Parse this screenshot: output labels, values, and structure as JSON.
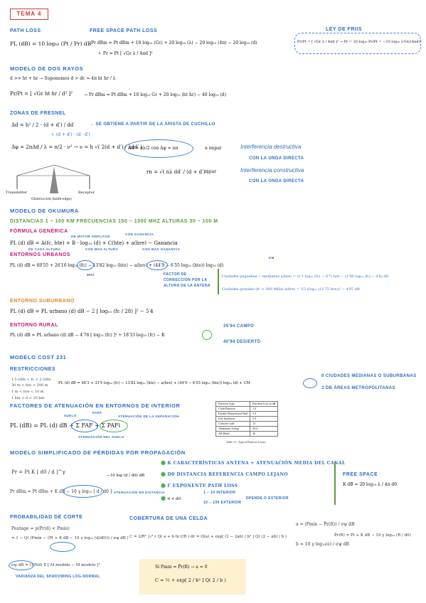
{
  "title": "Tema 4",
  "path_loss": {
    "label": "Path loss",
    "eq": "PL (dB) = 10 log₁₀ (Pt / Pr) dB",
    "free_space_label": "Free space path loss",
    "free_space_eq": "Pr dBm = Pt dBm + 10 log₁₀ (Gℓ) + 20 log₁₀ (λ) − 20 log₁₀ (4π) − 20 log₁₀ (d)",
    "free_space_ratio": "↳ Pr = Pt [ √Gℓ λ / 4πd ]²",
    "ley_label": "Ley de Friis",
    "ley_eq": "Pr/Pt = [ √Gℓ λ / 4πd ]²  →  Pr = 10 log₁₀ Pr/Pt = −10 log₁₀ λ²Gℓ/(4πd)²"
  },
  "two_ray": {
    "label": "Modelo de dos rayos",
    "cond": "d >> ht + hr  →  Suponemos  d > dc = 4π ht hr / λ",
    "eq1": "Pr/Pt = [ √Gℓ ht hr / d² ]²",
    "eq2": "→ Pr dBm = Pt dBm + 10 log₁₀ Gℓ + 20 log₁₀ (ht hr) − 40 log₁₀ (d)"
  },
  "fresnel": {
    "label": "Zonas de Fresnel",
    "delta_d": "Δd = h² / 2 · (d + d′) / dd′",
    "note": "→ se obtiene a partir de la arista de cuchillo",
    "note2": "↳ (d + d′) · (d · d′)",
    "delta_phi": "Δφ = 2πΔd / λ = π/2 · ν²  →  ν = h √( 2(d + d′) / λdd′ )",
    "circle_eq": "Δd = nλ/2  con  Δφ = nπ",
    "rn": "rn = √( nλ dd′ / (d + d′) )",
    "impar": "n impar",
    "impar_res": "Interferencia destructiva",
    "impar_sub": "con la onda directa",
    "par": "n par",
    "par_res": "Interferencia constructiva",
    "par_sub": "con la onda directa",
    "transmitter": "Transmitter",
    "receptor": "Receptor",
    "obstruction": "Obstrucción (knife-edge)"
  },
  "okumura": {
    "label": "Modelo de Okumura",
    "ranges": "Distancias 1 − 100 km   Frecuencias 150 − 1500 MHz   Alturas 30 − 100 m"
  },
  "hata": {
    "label": "Fórmula genérica",
    "eq": "PL (d) dB = A(fc, hte) + B · log₁₀ (d) + C(hte) + a(hre) − Ganancia",
    "ann1": "de cada altura",
    "ann2": "con más altura",
    "ann3": "de mayor amplitud",
    "ann4": "con más ganancia",
    "ann5": "con ganancia",
    "urban_label": "Entornos urbanos",
    "urban_eq": "PL (d) dB = 69′55 + 26′16 log₁₀ (fc) − 13′82 log₁₀ (hte) − a(hre) + (44′9 − 6′55 log₁₀ (hte)) log₁₀ (d)",
    "urban_ann": "MHz",
    "urban_km": "km",
    "corr": "Factor de corrección por la altura de la antena",
    "small": "Ciudades pequeñas − medianas  a(hre) = (1′1 log₁₀ (fc) − 0′7) hre − (1′56 log₁₀ (fc) − 0′8) dB",
    "large": "Ciudades grandes (fc > 300 MHz)  a(hre) = 3′2 (log₁₀ (11′75 hre))² − 4′97 dB",
    "suburban_label": "Entorno suburbano",
    "suburban_eq": "PL (d) dB = PL urbano (d) dB − 2 [ log₁₀ (fc / 28) ]² − 5′4",
    "rural_label": "Entorno rural",
    "rural_eq": "PL (d) dB = PL urbano (d) dB − 4′78 [ log₁₀ (fc) ]² + 18′33 log₁₀ (fc) − K",
    "rural_k1": "35′94  campo",
    "rural_k2": "40′94  desierto"
  },
  "cost231": {
    "label": "Modelo COST 231",
    "restr_label": "Restricciones",
    "restr": [
      "1′5 GHz < fc < 2 GHz",
      "30 m < hte < 200 m",
      "1 m < hre < 10 m",
      "1 km < d < 20 km"
    ],
    "eq": "PL (d) dB = 46′3 + 33′9 log₁₀ (fc) − 13′82 log₁₀ (hte) − a(hre) + (44′9 − 6′55 log₁₀ (hte)) log₁₀ (d) + CM",
    "cm0": "0  ciudades medianas o suburbanas",
    "cm3": "3 dB  áreas metropolitanas"
  },
  "indoor": {
    "label": "Factores de atenuación en entornos de interior",
    "eq": "PL (dB) = PL (d) dB + Σ FAF + Σ PAFi",
    "ann_floor": "suelo",
    "ann_part": "part.",
    "ann_sep": "atenuación de la separación",
    "ann_suelo": "atenuación del suelo",
    "table": {
      "headers": [
        "Partition Type",
        "Partition Loss in dB"
      ],
      "rows": [
        [
          "Cloth Partition",
          "1.4"
        ],
        [
          "Double Plasterboard Wall",
          "3.4"
        ],
        [
          "Foil Insulation",
          "3.9"
        ],
        [
          "Concrete wall",
          "13"
        ],
        [
          "Aluminum Siding",
          "20.4"
        ],
        [
          "All Metal",
          "26"
        ]
      ],
      "caption": "Table 2.1: Typical Partition Losses"
    }
  },
  "simplified": {
    "label": "Modelo simplificado de pérdidas por propagación",
    "eq1": "Pr = Pt K [ d0 / d ]^γ",
    "eq2": "Pr dBm = Pt dBm + K dB − 10 γ log₁₀ [ d / d0 ]",
    "ann": "−10 log (d / d0) dB",
    "ann2": "Atenuación en distancia",
    "b1": "K  características antena + atenuación media del canal",
    "b2": "d0  distancia referencia campo lejano",
    "b3": "γ  exponente path loss",
    "b4": "d < d0",
    "b4a": "1 − 10  interior",
    "b4b": "10 − 100  exterior",
    "b4c": "dpende o exterior",
    "fs_label": "Free space",
    "fs_eq": "K dB = 20 log₁₀ λ / 4π d0"
  },
  "outage": {
    "label": "Probabilidad de corte",
    "eq1": "Poutage = p(Pr(d) < Pmin)",
    "eq2": "= 1 − Q( (Pmin − (Pt + K dB − 10 γ log₁₀ (d/d0))) / σψ dB )",
    "sigma": "σψ dB = (1/Nd) Σ [ M medido − M modelo ]²",
    "sigma_note": "varianza del shadowing log-normal"
  },
  "cell": {
    "label": "Cobertura de una celda",
    "eq": "C = 2/R² ∫₀ᴿ r Q( a + b ln r/R ) dr = Q(a) + exp[ (2 − 2ab) / b² ] Q( (2 − ab) / b )",
    "a": "a = (Pmin − P̄r(R)) / σψ dB",
    "b": "b = 10 γ log₁₀(e) / σψ dB",
    "pr": "P̄r(R) = Pt + K dB − 10 γ log₁₀ (R / d0)",
    "h1": "Si  Pmin = P̄r(R)  →  a = 0",
    "h2": "C = ½ + exp[ 2 / b² ] Q( 2 / b )"
  }
}
